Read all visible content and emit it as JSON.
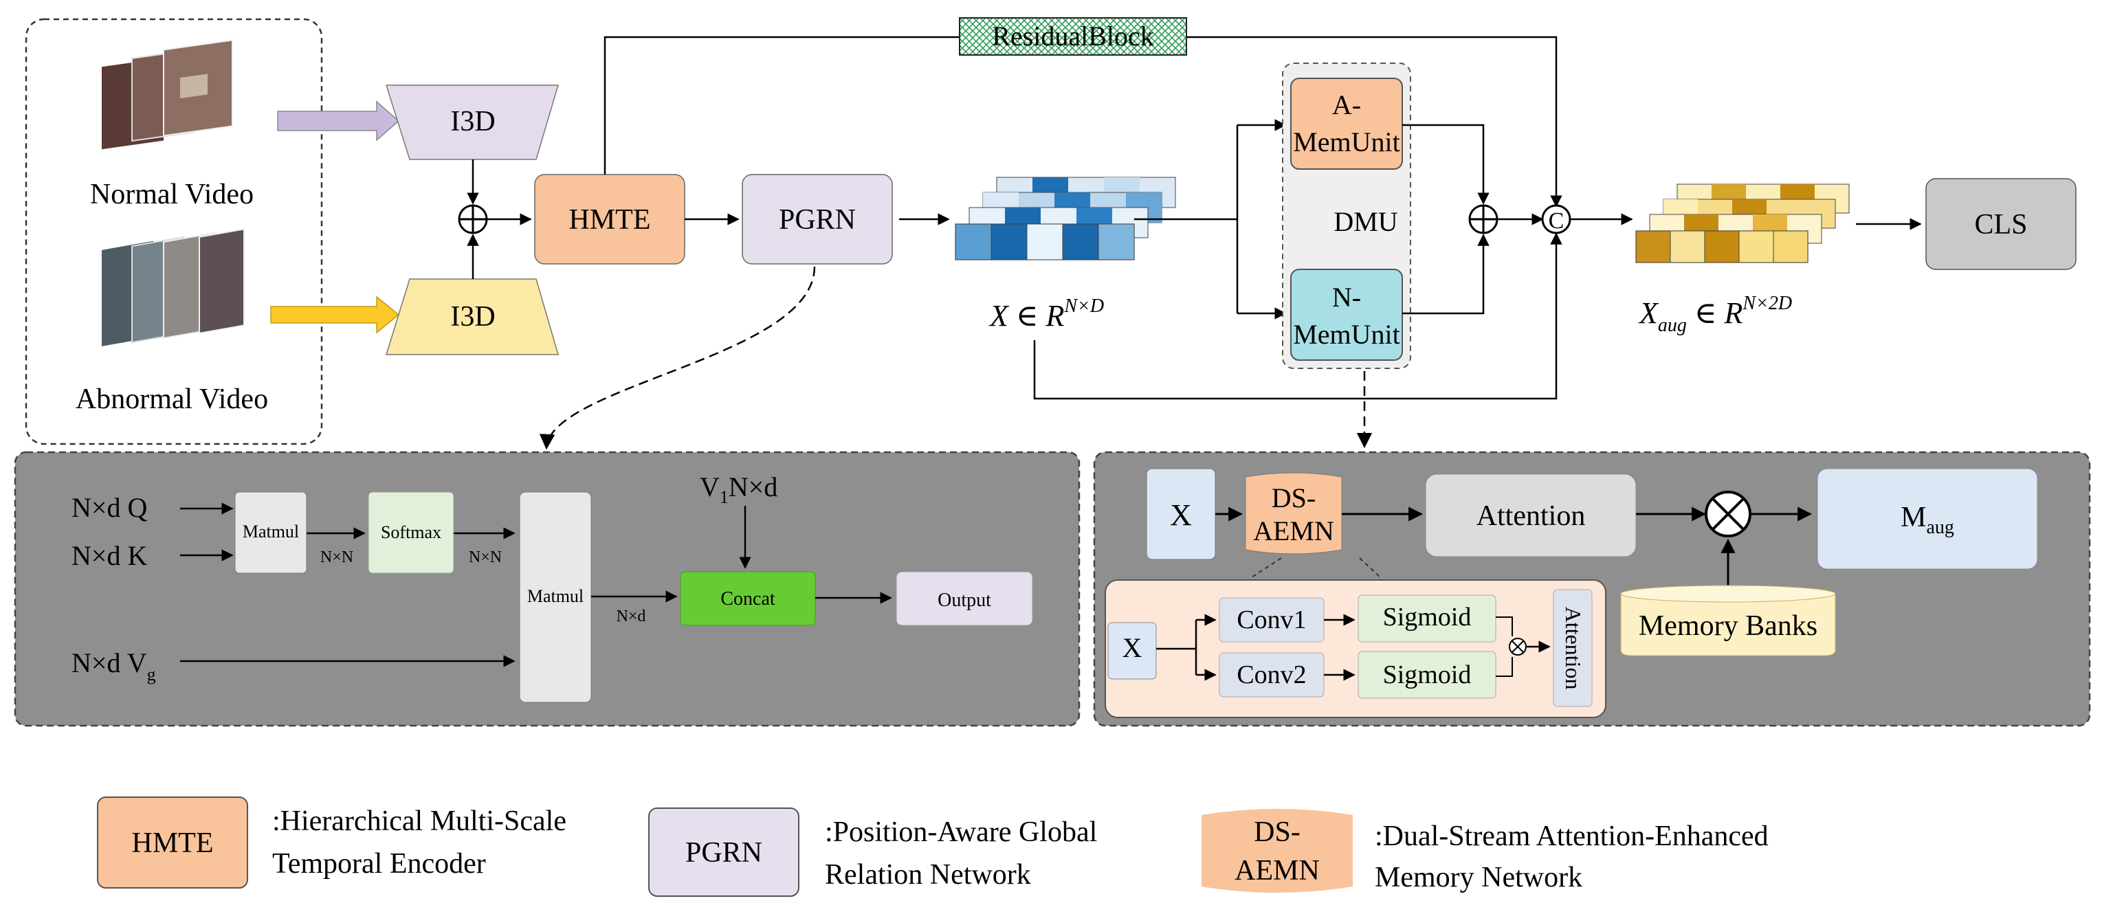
{
  "top": {
    "normal_video": "Normal Video",
    "abnormal_video": "Abnormal Video",
    "i3d_top": "I3D",
    "i3d_bottom": "I3D",
    "hmte": "HMTE",
    "pgrn": "PGRN",
    "residual": "ResidualBlock",
    "a_mem_1": "A-",
    "a_mem_2": "MemUnit",
    "dmu": "DMU",
    "n_mem_1": "N-",
    "n_mem_2": "MemUnit",
    "concat_symbol": "C",
    "cls": "CLS",
    "x_math_main": "X ∈ R",
    "x_math_sup": "N×D",
    "xaug_x": "X",
    "xaug_sub": "aug",
    "xaug_rest": " ∈ R",
    "xaug_sup": "N×2D"
  },
  "pgrn_detail": {
    "q_label": "N×d  Q",
    "k_label": "N×d  K",
    "vg_label": "N×d  V",
    "vg_sub": "g",
    "v1_label": "V",
    "v1_sub": "1",
    "v1_rest": "N×d",
    "matmul1": "Matmul",
    "softmax": "Softmax",
    "matmul2": "Matmul",
    "concat": "Concat",
    "output": "Output",
    "nxn_1": "N×N",
    "nxn_2": "N×N",
    "nxd": "N×d"
  },
  "ds_detail": {
    "x": "X",
    "dsaemn_1": "DS-",
    "dsaemn_2": "AEMN",
    "attention": "Attention",
    "memory_banks": "Memory Banks",
    "maug_main": "M",
    "maug_sub": "aug",
    "inner_x": "X",
    "conv1": "Conv1",
    "conv2": "Conv2",
    "sigmoid1": "Sigmoid",
    "sigmoid2": "Sigmoid",
    "attention_vertical": "Attention"
  },
  "legend": {
    "hmte_box": "HMTE",
    "hmte_desc_1": ":Hierarchical Multi-Scale",
    "hmte_desc_2": "Temporal Encoder",
    "pgrn_box": "PGRN",
    "pgrn_desc_1": ":Position-Aware Global",
    "pgrn_desc_2": "Relation Network",
    "ds_box_1": "DS-",
    "ds_box_2": "AEMN",
    "ds_desc_1": ":Dual-Stream Attention-Enhanced",
    "ds_desc_2": "Memory Network"
  },
  "colors": {
    "hmte": "#f9c39b",
    "pgrn": "#e6e0ee",
    "i3d_top": "#e4dcec",
    "i3d_bottom": "#fde9a6",
    "amem": "#f9c39b",
    "nmem": "#a8dfe6",
    "cls": "#c9c9c9",
    "panel": "#8f8f8f",
    "concat_green": "#66cc33",
    "softmax_green": "#e2f0d9",
    "memory_banks": "#fdf0c4",
    "maug": "#dbe7f5"
  }
}
